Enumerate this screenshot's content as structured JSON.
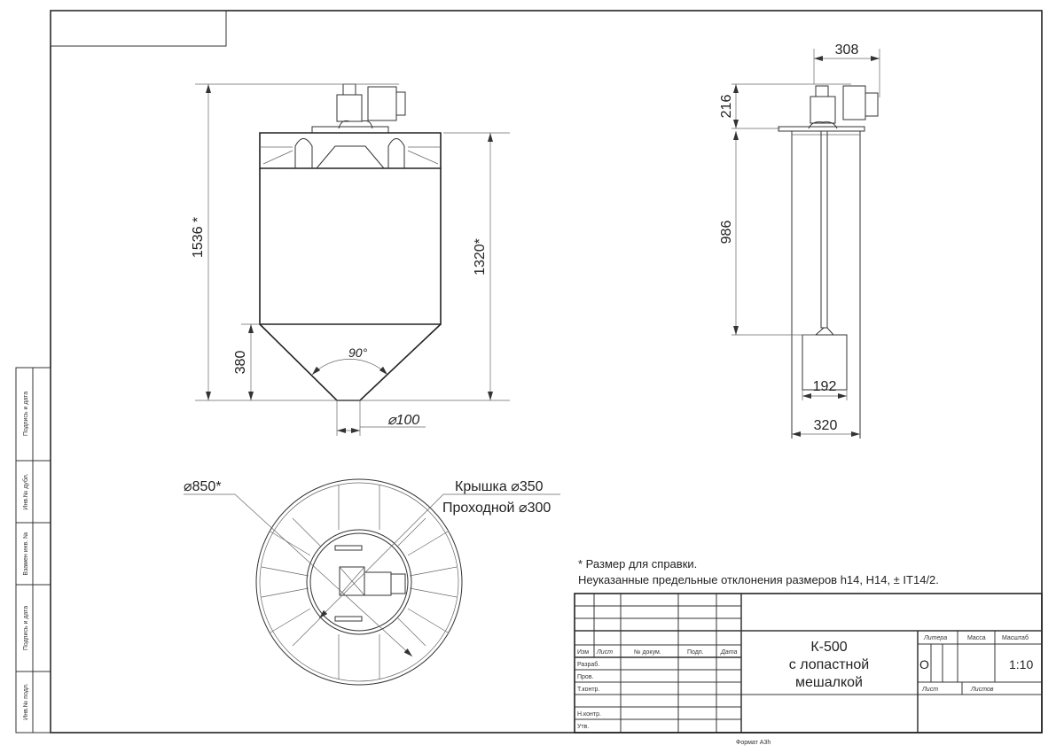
{
  "front_view": {
    "dim_total_height": "1536 *",
    "dim_body_height": "1320*",
    "dim_cone_height": "380",
    "cone_angle": "90°",
    "outlet_diameter": "⌀100"
  },
  "side_view": {
    "dim_motor_width": "308",
    "dim_motor_height": "216",
    "dim_shaft_length": "986",
    "dim_paddle_width": "192",
    "dim_plate_width": "320"
  },
  "top_view": {
    "tank_diameter": "⌀850*",
    "lid_label": "Крышка ⌀350",
    "passage_label": "Проходной ⌀300"
  },
  "notes": {
    "line1": "* Размер для справки.",
    "line2": "Неуказанные предельные отклонения размеров h14, H14, ± IT14/2."
  },
  "side_strip": [
    "Подпись и дата",
    "Инв.№ дубл.",
    "Взамен инв. №",
    "Подпись и дата",
    "Инв.№ подл."
  ],
  "title_block": {
    "headers": [
      "Изм",
      "Лист",
      "№ докум.",
      "Подп.",
      "Дата"
    ],
    "roles": [
      "Разраб.",
      "Пров.",
      "Т.контр.",
      "",
      "Н.контр.",
      "Утв."
    ],
    "title_line1": "К-500",
    "title_line2": "с лопастной",
    "title_line3": "мешалкой",
    "litera_label": "Литера",
    "mass_label": "Масса",
    "scale_label": "Масштаб",
    "litera_value": "О",
    "scale_value": "1:10",
    "sheet_label": "Лист",
    "sheets_label": "Листов"
  },
  "format_label": "Формат А3h"
}
